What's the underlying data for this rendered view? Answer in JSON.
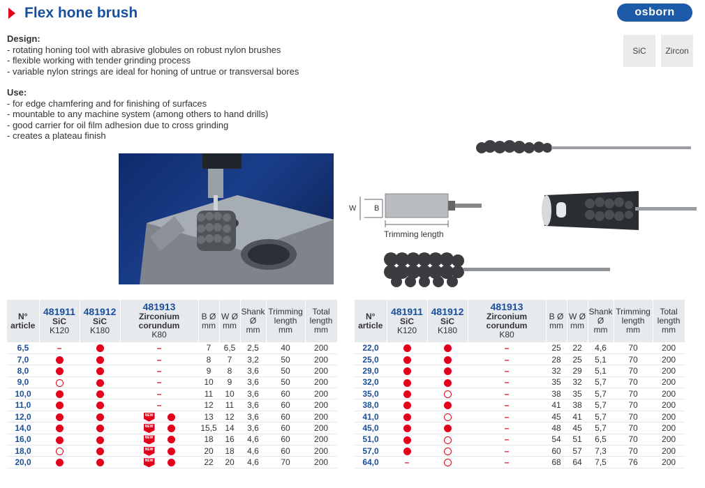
{
  "title": "Flex hone brush",
  "logo": "osborn",
  "materials": [
    "SiC",
    "Zircon"
  ],
  "design": {
    "heading": "Design:",
    "lines": [
      "- rotating honing tool with abrasive globules on robust nylon brushes",
      "- flexible working with tender grinding process",
      "- variable nylon strings are ideal for honing of untrue or transversal bores"
    ]
  },
  "use": {
    "heading": "Use:",
    "lines": [
      "- for edge chamfering and for finishing of surfaces",
      "- mountable to any machine system (among others to hand drills)",
      "- good carrier for oil film adhesion due to cross grinding",
      "- creates a plateau finish"
    ]
  },
  "diagram": {
    "w": "W",
    "b": "B",
    "trimming": "Trimming length"
  },
  "headers": {
    "article": [
      "N°",
      "article"
    ],
    "c1": {
      "num": "481911",
      "sub1": "SiC",
      "sub2": "K120"
    },
    "c2": {
      "num": "481912",
      "sub1": "SiC",
      "sub2": "K180"
    },
    "c3": {
      "num": "481913",
      "sub1": "Zirconium corundum",
      "sub2": "K80"
    },
    "b": [
      "B Ø",
      "mm"
    ],
    "w": [
      "W Ø",
      "mm"
    ],
    "shank": [
      "Shank",
      "Ø",
      "mm"
    ],
    "trim": [
      "Trimming",
      "length",
      "mm"
    ],
    "total": [
      "Total",
      "length",
      "mm"
    ]
  },
  "new_label": "NEW",
  "left_rows": [
    {
      "art": "6,5",
      "a": "dash",
      "b": "dot",
      "c": "dash",
      "new": false,
      "B": "7",
      "W": "6,5",
      "shank": "2,5",
      "trim": "40",
      "total": "200"
    },
    {
      "art": "7,0",
      "a": "dot",
      "b": "dot",
      "c": "dash",
      "new": false,
      "B": "8",
      "W": "7",
      "shank": "3,2",
      "trim": "50",
      "total": "200"
    },
    {
      "art": "8,0",
      "a": "dot",
      "b": "dot",
      "c": "dash",
      "new": false,
      "B": "9",
      "W": "8",
      "shank": "3,6",
      "trim": "50",
      "total": "200"
    },
    {
      "art": "9,0",
      "a": "ring",
      "b": "dot",
      "c": "dash",
      "new": false,
      "B": "10",
      "W": "9",
      "shank": "3,6",
      "trim": "50",
      "total": "200"
    },
    {
      "art": "10,0",
      "a": "dot",
      "b": "dot",
      "c": "dash",
      "new": false,
      "B": "11",
      "W": "10",
      "shank": "3,6",
      "trim": "60",
      "total": "200"
    },
    {
      "art": "11,0",
      "a": "dot",
      "b": "dot",
      "c": "dash",
      "new": false,
      "B": "12",
      "W": "11",
      "shank": "3,6",
      "trim": "60",
      "total": "200"
    },
    {
      "art": "12,0",
      "a": "dot",
      "b": "dot",
      "c": "dot",
      "new": true,
      "B": "13",
      "W": "12",
      "shank": "3,6",
      "trim": "60",
      "total": "200"
    },
    {
      "art": "14,0",
      "a": "dot",
      "b": "dot",
      "c": "dot",
      "new": true,
      "B": "15,5",
      "W": "14",
      "shank": "3,6",
      "trim": "60",
      "total": "200"
    },
    {
      "art": "16,0",
      "a": "dot",
      "b": "dot",
      "c": "dot",
      "new": true,
      "B": "18",
      "W": "16",
      "shank": "4,6",
      "trim": "60",
      "total": "200"
    },
    {
      "art": "18,0",
      "a": "ring",
      "b": "dot",
      "c": "dot",
      "new": true,
      "B": "20",
      "W": "18",
      "shank": "4,6",
      "trim": "60",
      "total": "200"
    },
    {
      "art": "20,0",
      "a": "dot",
      "b": "dot",
      "c": "dot",
      "new": true,
      "B": "22",
      "W": "20",
      "shank": "4,6",
      "trim": "70",
      "total": "200"
    }
  ],
  "right_rows": [
    {
      "art": "22,0",
      "a": "dot",
      "b": "dot",
      "c": "dash",
      "new": false,
      "B": "25",
      "W": "22",
      "shank": "4,6",
      "trim": "70",
      "total": "200"
    },
    {
      "art": "25,0",
      "a": "dot",
      "b": "dot",
      "c": "dash",
      "new": false,
      "B": "28",
      "W": "25",
      "shank": "5,1",
      "trim": "70",
      "total": "200"
    },
    {
      "art": "29,0",
      "a": "dot",
      "b": "dot",
      "c": "dash",
      "new": false,
      "B": "32",
      "W": "29",
      "shank": "5,1",
      "trim": "70",
      "total": "200"
    },
    {
      "art": "32,0",
      "a": "dot",
      "b": "dot",
      "c": "dash",
      "new": false,
      "B": "35",
      "W": "32",
      "shank": "5,7",
      "trim": "70",
      "total": "200"
    },
    {
      "art": "35,0",
      "a": "dot",
      "b": "ring",
      "c": "dash",
      "new": false,
      "B": "38",
      "W": "35",
      "shank": "5,7",
      "trim": "70",
      "total": "200"
    },
    {
      "art": "38,0",
      "a": "dot",
      "b": "dot",
      "c": "dash",
      "new": false,
      "B": "41",
      "W": "38",
      "shank": "5,7",
      "trim": "70",
      "total": "200"
    },
    {
      "art": "41,0",
      "a": "dot",
      "b": "ring",
      "c": "dash",
      "new": false,
      "B": "45",
      "W": "41",
      "shank": "5,7",
      "trim": "70",
      "total": "200"
    },
    {
      "art": "45,0",
      "a": "dot",
      "b": "dot",
      "c": "dash",
      "new": false,
      "B": "48",
      "W": "45",
      "shank": "5,7",
      "trim": "70",
      "total": "200"
    },
    {
      "art": "51,0",
      "a": "dot",
      "b": "ring",
      "c": "dash",
      "new": false,
      "B": "54",
      "W": "51",
      "shank": "6,5",
      "trim": "70",
      "total": "200"
    },
    {
      "art": "57,0",
      "a": "dot",
      "b": "ring",
      "c": "dash",
      "new": false,
      "B": "60",
      "W": "57",
      "shank": "7,3",
      "trim": "70",
      "total": "200"
    },
    {
      "art": "64,0",
      "a": "dash",
      "b": "ring",
      "c": "dash",
      "new": false,
      "B": "68",
      "W": "64",
      "shank": "7,5",
      "trim": "76",
      "total": "200"
    }
  ]
}
